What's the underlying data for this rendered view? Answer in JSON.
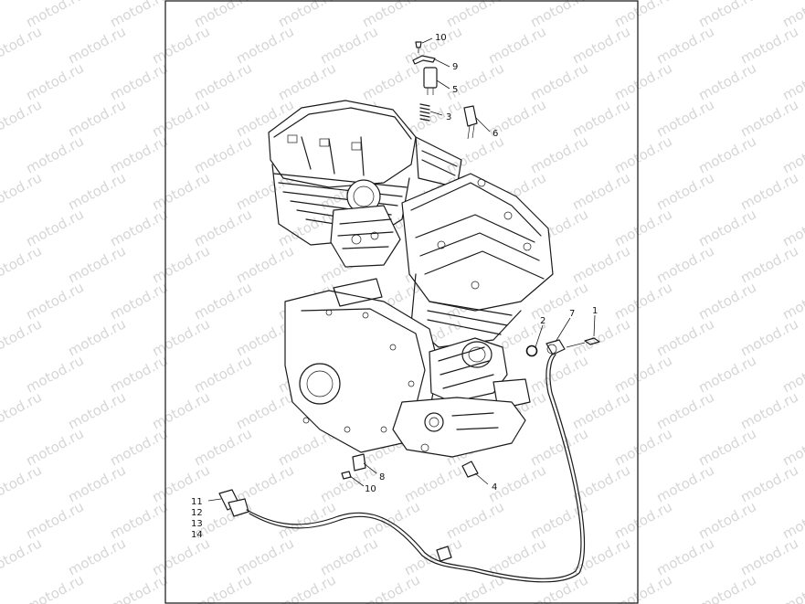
{
  "watermark": {
    "text": "motod.ru"
  },
  "callouts": [
    {
      "id": "10a",
      "label": "10"
    },
    {
      "id": "9",
      "label": "9"
    },
    {
      "id": "5",
      "label": "5"
    },
    {
      "id": "3",
      "label": "3"
    },
    {
      "id": "6",
      "label": "6"
    },
    {
      "id": "2",
      "label": "2"
    },
    {
      "id": "7",
      "label": "7"
    },
    {
      "id": "1",
      "label": "1"
    },
    {
      "id": "8",
      "label": "8"
    },
    {
      "id": "10b",
      "label": "10"
    },
    {
      "id": "4",
      "label": "4"
    },
    {
      "id": "11",
      "label": "11"
    },
    {
      "id": "12",
      "label": "12"
    },
    {
      "id": "13",
      "label": "13"
    },
    {
      "id": "14",
      "label": "14"
    }
  ]
}
